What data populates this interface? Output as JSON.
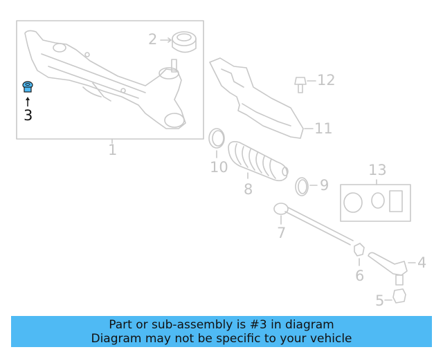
{
  "diagram": {
    "highlight_color": "#4fbaf4",
    "line_color": "#c8c8c8",
    "highlighted_part": "3",
    "callouts": [
      {
        "id": "1",
        "label": "1"
      },
      {
        "id": "2",
        "label": "2"
      },
      {
        "id": "3",
        "label": "3"
      },
      {
        "id": "4",
        "label": "4"
      },
      {
        "id": "5",
        "label": "5"
      },
      {
        "id": "6",
        "label": "6"
      },
      {
        "id": "7",
        "label": "7"
      },
      {
        "id": "8",
        "label": "8"
      },
      {
        "id": "9",
        "label": "9"
      },
      {
        "id": "10",
        "label": "10"
      },
      {
        "id": "11",
        "label": "11"
      },
      {
        "id": "12",
        "label": "12"
      },
      {
        "id": "13",
        "label": "13"
      }
    ]
  },
  "banner": {
    "line1": "Part or sub-assembly is #3 in diagram",
    "line2": "Diagram may not be specific to your vehicle",
    "background": "#4fbaf4"
  }
}
